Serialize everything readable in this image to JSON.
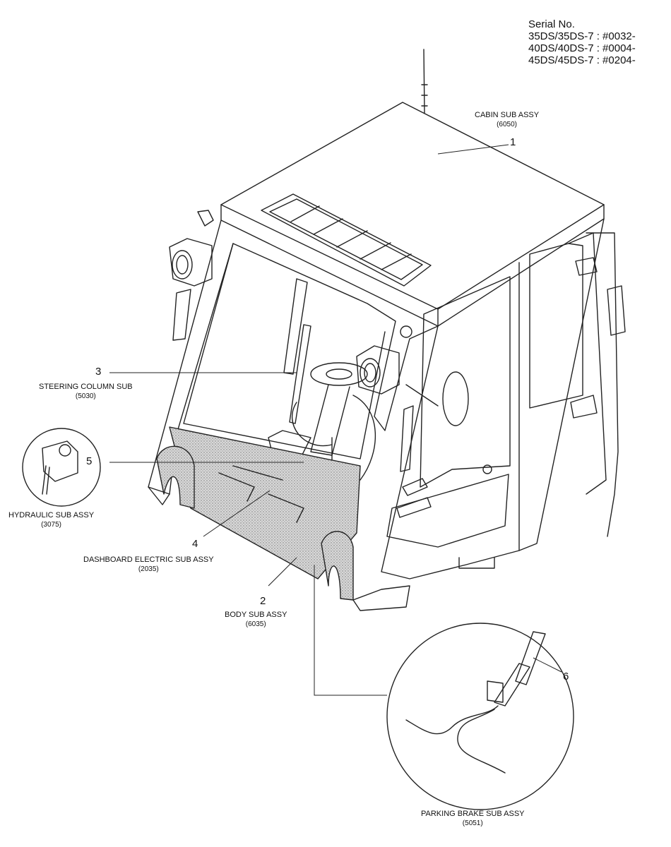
{
  "serial": {
    "heading": "Serial No.",
    "lines": [
      "35DS/35DS-7 : #0032-",
      "40DS/40DS-7 : #0004-",
      "45DS/45DS-7 : #0204-"
    ]
  },
  "parts": [
    {
      "ref": "1",
      "name": "CABIN SUB ASSY",
      "code": "(6050)"
    },
    {
      "ref": "2",
      "name": "BODY SUB ASSY",
      "code": "(6035)"
    },
    {
      "ref": "3",
      "name": "STEERING COLUMN SUB",
      "code": "(5030)"
    },
    {
      "ref": "4",
      "name": "DASHBOARD ELECTRIC SUB ASSY",
      "code": "(2035)"
    },
    {
      "ref": "5",
      "name": "HYDRAULIC SUB ASSY",
      "code": "(3075)"
    },
    {
      "ref": "6",
      "name": "PARKING BRAKE SUB ASSY",
      "code": "(5051)"
    }
  ],
  "colors": {
    "line": "#222222",
    "panel_hatch": "#9a9a9a",
    "background": "#ffffff"
  }
}
